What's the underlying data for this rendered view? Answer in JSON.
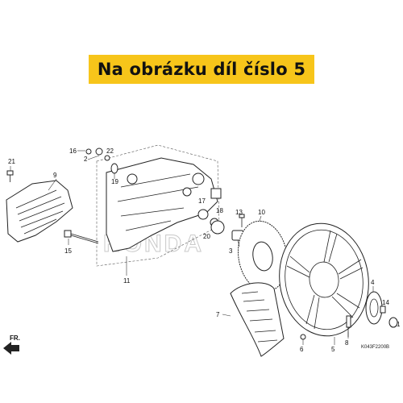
{
  "banner": {
    "text": "Na obrázku díl číslo 5",
    "background": "#f7c51a"
  },
  "watermark": "HONDA",
  "diagram_code": "K043F2200B",
  "front_label": "FR.",
  "callouts": {
    "c1": "1",
    "c2": "2",
    "c3": "3",
    "c4": "4",
    "c5": "5",
    "c6": "6",
    "c7": "7",
    "c8": "8",
    "c9": "9",
    "c10": "10",
    "c11": "11",
    "c13": "13",
    "c14": "14",
    "c15": "15",
    "c16": "16",
    "c17": "17",
    "c18": "18",
    "c19": "19",
    "c20": "20",
    "c21": "21",
    "c22": "22"
  },
  "highlighted_part": "5"
}
